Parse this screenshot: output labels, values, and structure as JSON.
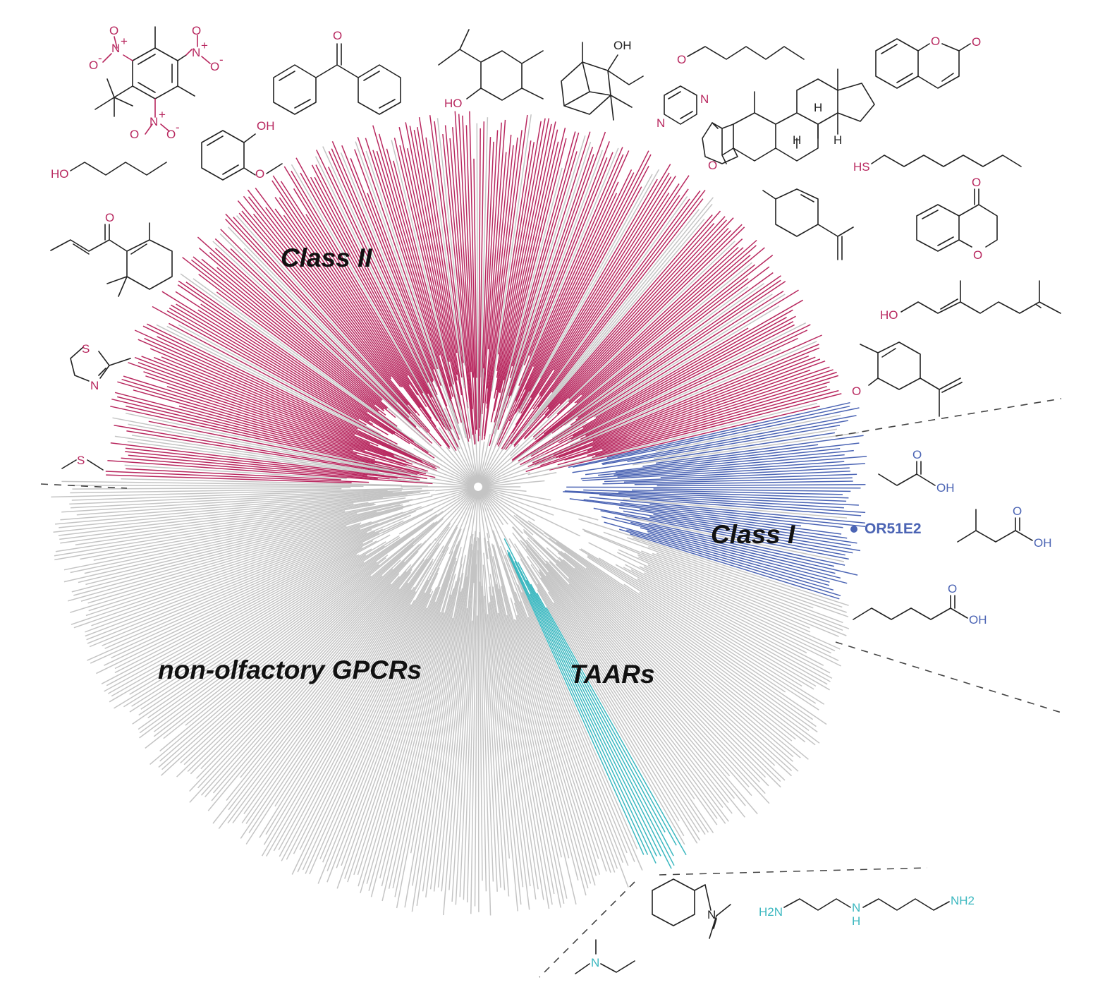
{
  "colors": {
    "class_ii": "#b8285f",
    "class_i": "#4b64b4",
    "taars": "#3cb8c0",
    "non_olfactory": "#c4c4c4",
    "ink": "#222222"
  },
  "clades": {
    "class_ii": "Class II",
    "class_i": "Class I",
    "non_olfactory": "non-olfactory GPCRs",
    "taars": "TAARs"
  },
  "highlight": {
    "receptor": "OR51E2"
  },
  "structure_labels": {
    "tnt_o1": "O",
    "tnt_n1": "N",
    "tnt_plus1": "+",
    "tnt_ominus1": "O",
    "tnt_minus1": "-",
    "tnt_o2": "O",
    "tnt_n2": "N",
    "tnt_plus2": "+",
    "tnt_ominus2": "O",
    "tnt_minus2": "-",
    "tnt_o3": "O",
    "tnt_n3": "N",
    "tnt_plus3": "+",
    "tnt_ominus3": "O",
    "tnt_minus3": "-",
    "benzophenone_o": "O",
    "menthol_ho": "HO",
    "fenchol_oh": "OH",
    "hexanal_o": "O",
    "coumarin_o1": "O",
    "coumarin_o2": "O",
    "pyrazine_n1": "N",
    "pyrazine_n2": "N",
    "guaiacol_oh": "OH",
    "guaiacol_o": "O",
    "pentanol_ho": "HO",
    "steroid_o": "O",
    "steroid_h1": "H",
    "steroid_h2": "H",
    "steroid_h3": "H",
    "octanethiol_hs": "HS",
    "chromanone_o1": "O",
    "chromanone_o2": "O",
    "damascone_o": "O",
    "geraniol_ho": "HO",
    "thiazoline_s": "S",
    "thiazoline_n": "N",
    "carvone_o": "O",
    "dms_s": "S",
    "propanoic_o": "O",
    "propanoic_oh": "OH",
    "isovaleric_o": "O",
    "isovaleric_oh": "OH",
    "hexanoic_o": "O",
    "hexanoic_oh": "OH",
    "dmca_n": "N",
    "spermidine_h2n": "H2N",
    "spermidine_nh_n": "N",
    "spermidine_nh_h": "H",
    "spermidine_nh2": "NH2",
    "dmea_n": "N"
  }
}
